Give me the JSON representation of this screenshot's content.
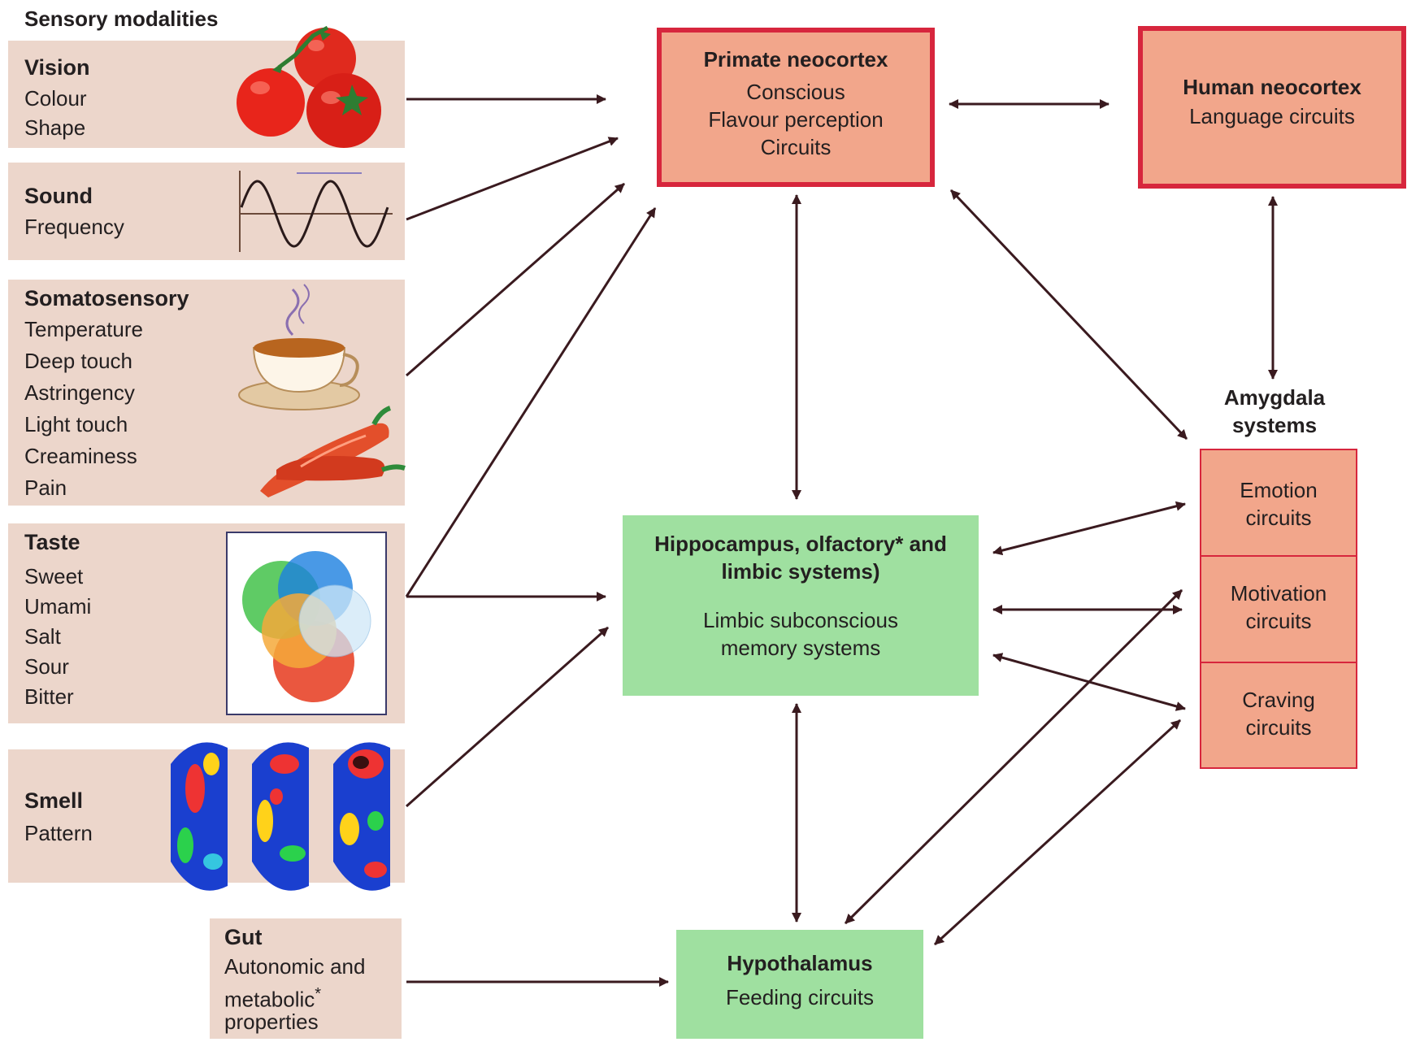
{
  "heading": "Sensory modalities",
  "panels": {
    "vision": {
      "title": "Vision",
      "lines": [
        "Colour",
        "Shape"
      ]
    },
    "sound": {
      "title": "Sound",
      "lines": [
        "Frequency"
      ]
    },
    "somato": {
      "title": "Somatosensory",
      "lines": [
        "Temperature",
        "Deep touch",
        "Astringency",
        "Light touch",
        "Creaminess",
        "Pain"
      ]
    },
    "taste": {
      "title": "Taste",
      "lines": [
        "Sweet",
        "Umami",
        "Salt",
        "Sour",
        "Bitter"
      ]
    },
    "smell": {
      "title": "Smell",
      "lines": [
        "Pattern"
      ]
    },
    "gut": {
      "title": "Gut",
      "lines": [
        "Autonomic and",
        "metabolic",
        "properties"
      ],
      "asterisk": "*"
    }
  },
  "nodes": {
    "primate": {
      "title": "Primate neocortex",
      "lines": [
        "Conscious",
        "Flavour perception",
        "Circuits"
      ]
    },
    "human": {
      "title": "Human neocortex",
      "lines": [
        "Language circuits"
      ]
    },
    "hippocampus": {
      "title_1": "Hippocampus, olfactory* and",
      "title_2": "limbic systems)",
      "lines": [
        "Limbic subconscious",
        "memory systems"
      ]
    },
    "hypothalamus": {
      "title": "Hypothalamus",
      "lines": [
        "Feeding circuits"
      ]
    },
    "amygdala": {
      "label_1": "Amygdala",
      "label_2": "systems"
    },
    "emotion": {
      "lines": [
        "Emotion",
        "circuits"
      ]
    },
    "motivation": {
      "lines": [
        "Motivation",
        "circuits"
      ]
    },
    "craving": {
      "lines": [
        "Craving",
        "circuits"
      ]
    }
  },
  "colors": {
    "panel_bg": "#ecd6cb",
    "node_red_fill": "#f2a68b",
    "node_red_border": "#d7263d",
    "node_green_fill": "#9fe0a0",
    "arrow": "#3a1a1f"
  },
  "icons": [
    "tomato-icon",
    "sine-wave-icon",
    "teacup-icon",
    "chili-pepper-icon",
    "venn-diagram-icon",
    "brain-scan-icon"
  ]
}
